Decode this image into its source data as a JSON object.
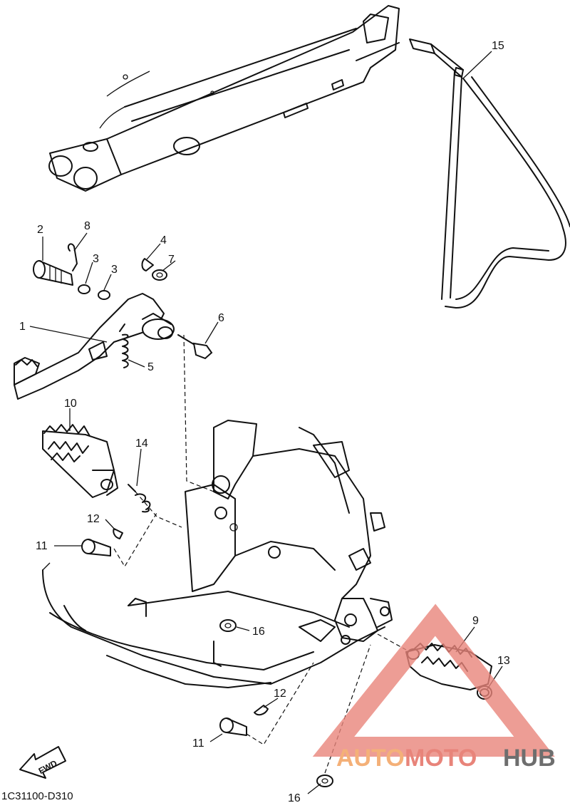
{
  "callouts": [
    {
      "id": "c2",
      "text": "2"
    },
    {
      "id": "c8",
      "text": "8"
    },
    {
      "id": "c4",
      "text": "4"
    },
    {
      "id": "c3a",
      "text": "3"
    },
    {
      "id": "c3b",
      "text": "3"
    },
    {
      "id": "c7",
      "text": "7"
    },
    {
      "id": "c1",
      "text": "1"
    },
    {
      "id": "c6",
      "text": "6"
    },
    {
      "id": "c5",
      "text": "5"
    },
    {
      "id": "c10",
      "text": "10"
    },
    {
      "id": "c14",
      "text": "14"
    },
    {
      "id": "c12a",
      "text": "12"
    },
    {
      "id": "c11a",
      "text": "11"
    },
    {
      "id": "c16a",
      "text": "16"
    },
    {
      "id": "c15",
      "text": "15"
    },
    {
      "id": "c9",
      "text": "9"
    },
    {
      "id": "c13",
      "text": "13"
    },
    {
      "id": "c12b",
      "text": "12"
    },
    {
      "id": "c11b",
      "text": "11"
    },
    {
      "id": "c16b",
      "text": "16"
    }
  ],
  "fwd_label": "FWD",
  "diagram_code": "1C31100-D310",
  "watermark": {
    "part1": "AUTO",
    "part2": "MOTO",
    "part3": "HUB",
    "triangle_color": "#e8847a",
    "auto_color": "#f4b078",
    "hub_color": "#6e6e6e"
  }
}
